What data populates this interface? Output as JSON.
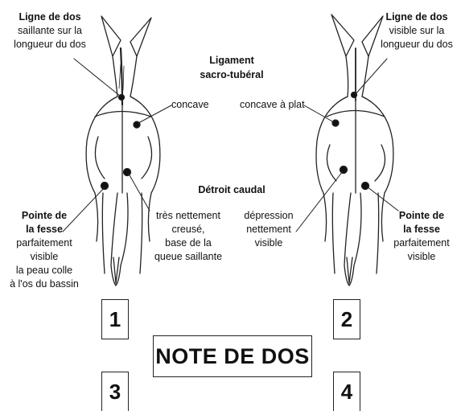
{
  "labels": {
    "ligne_dos_1_title": "Ligne de dos",
    "ligne_dos_1_l1": "saillante sur la",
    "ligne_dos_1_l2": "longueur du dos",
    "ligament_l1": "Ligament",
    "ligament_l2": "sacro-tubéral",
    "concave": "concave",
    "concave_plat": "concave à plat",
    "ligne_dos_2_title": "Ligne de dos",
    "ligne_dos_2_l1": "visible sur la",
    "ligne_dos_2_l2": "longueur du dos",
    "detroit": "Détroit caudal",
    "pointe_1_l1": "Pointe de",
    "pointe_1_l2": "la fesse",
    "pointe_1_l3": "parfaitement",
    "pointe_1_l4": "visible",
    "pointe_1_l5": "la peau colle",
    "pointe_1_l6": "à l'os du bassin",
    "creuse_l1": "très nettement",
    "creuse_l2": "creusé,",
    "creuse_l3": "base de la",
    "creuse_l4": "queue saillante",
    "depression_l1": "dépression",
    "depression_l2": "nettement",
    "depression_l3": "visible",
    "pointe_2_l1": "Pointe de",
    "pointe_2_l2": "la fesse",
    "pointe_2_l3": "parfaitement",
    "pointe_2_l4": "visible"
  },
  "notes": {
    "title": "NOTE DE DOS",
    "n1": "1",
    "n2": "2",
    "n3": "3",
    "n4": "4"
  }
}
